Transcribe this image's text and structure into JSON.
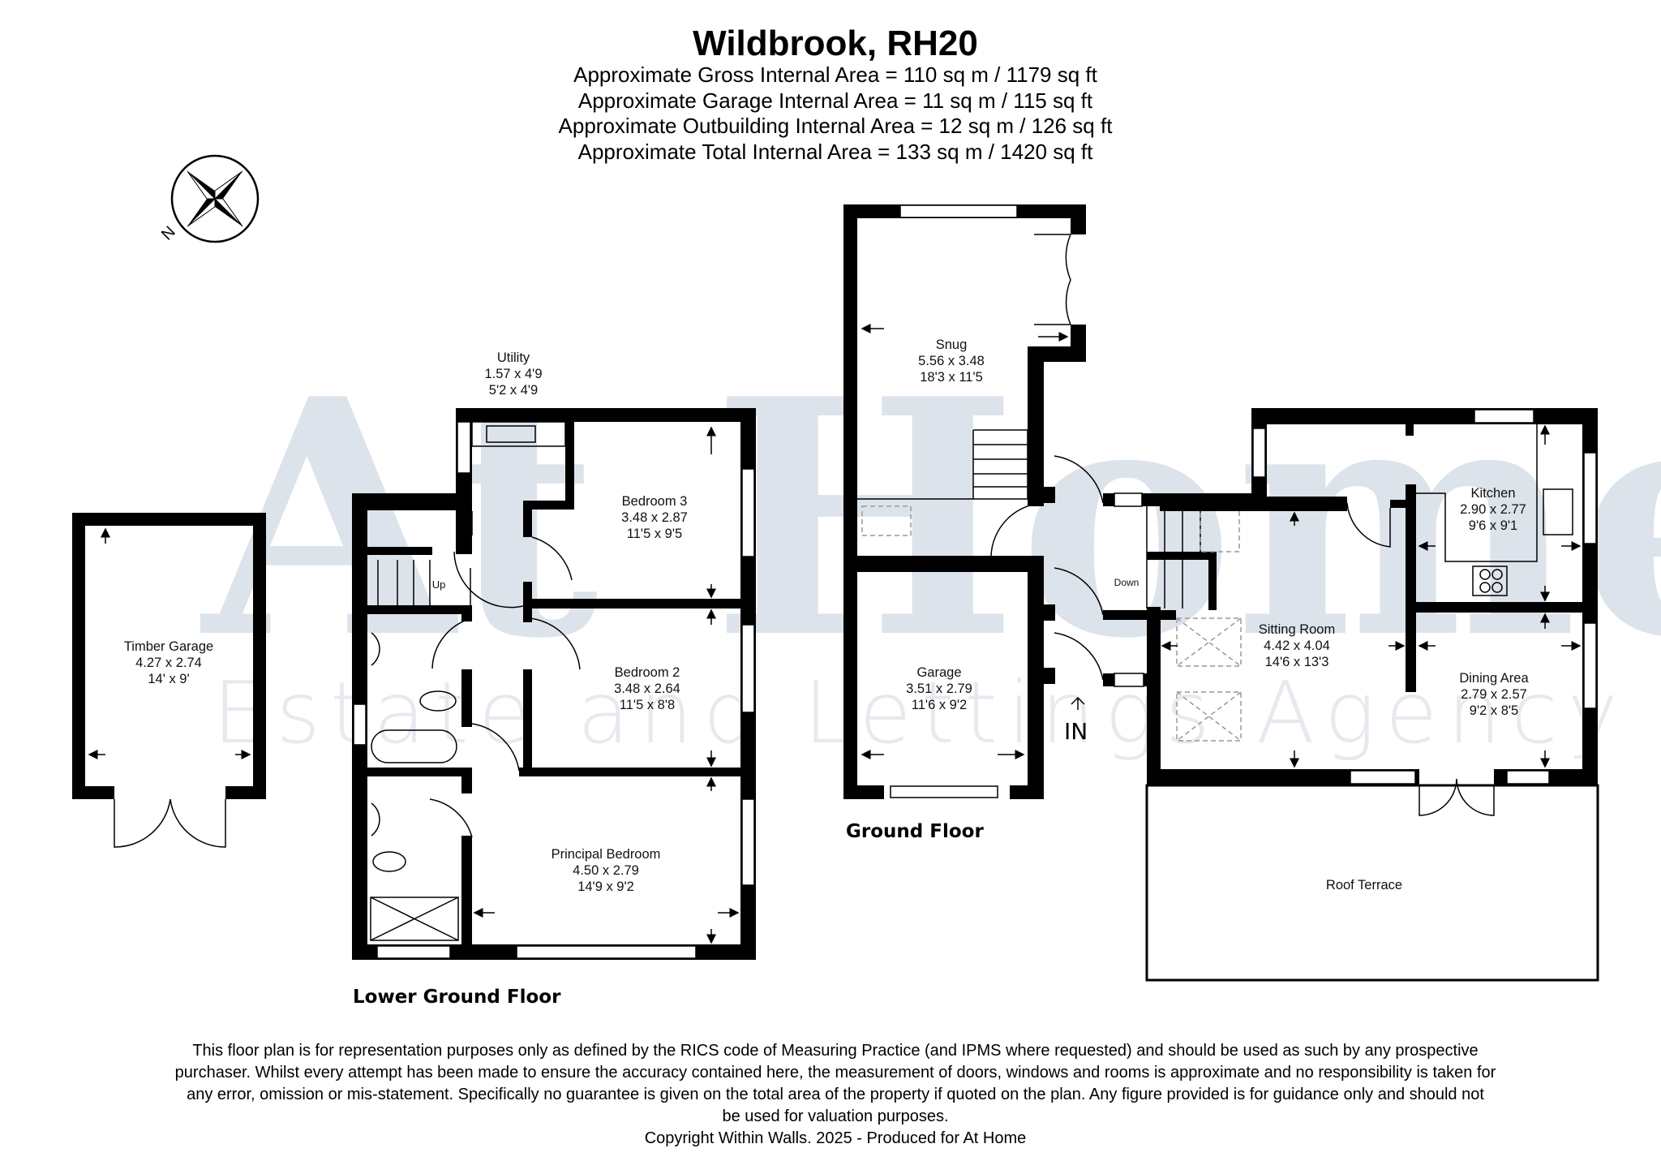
{
  "header": {
    "title": "Wildbrook, RH20",
    "areas": [
      "Approximate Gross Internal Area = 110 sq m / 1179 sq ft",
      "Approximate Garage Internal Area = 11 sq m / 115 sq ft",
      "Approximate Outbuilding Internal Area = 12 sq m / 126 sq ft",
      "Approximate Total Internal Area = 133 sq m / 1420 sq ft"
    ]
  },
  "compass": {
    "north_label": "N"
  },
  "watermark": {
    "logo": "At Home",
    "tagline": "Estate and Lettings Agency"
  },
  "floors": {
    "lower_ground": "Lower Ground Floor",
    "ground": "Ground Floor"
  },
  "rooms": {
    "timber_garage": {
      "name": "Timber Garage",
      "metric": "4.27 x 2.74",
      "imperial": "14' x 9'"
    },
    "utility": {
      "name": "Utility",
      "metric": "1.57 x 4'9",
      "imperial": "5'2 x 4'9"
    },
    "bedroom3": {
      "name": "Bedroom 3",
      "metric": "3.48 x 2.87",
      "imperial": "11'5 x 9'5"
    },
    "bedroom2": {
      "name": "Bedroom 2",
      "metric": "3.48 x 2.64",
      "imperial": "11'5 x 8'8"
    },
    "principal": {
      "name": "Principal Bedroom",
      "metric": "4.50 x 2.79",
      "imperial": "14'9 x 9'2"
    },
    "snug": {
      "name": "Snug",
      "metric": "5.56 x 3.48",
      "imperial": "18'3 x 11'5"
    },
    "garage": {
      "name": "Garage",
      "metric": "3.51 x 2.79",
      "imperial": "11'6 x 9'2"
    },
    "sitting": {
      "name": "Sitting Room",
      "metric": "4.42 x 4.04",
      "imperial": "14'6 x 13'3"
    },
    "kitchen": {
      "name": "Kitchen",
      "metric": "2.90 x 2.77",
      "imperial": "9'6 x 9'1"
    },
    "dining": {
      "name": "Dining Area",
      "metric": "2.79 x 2.57",
      "imperial": "9'2 x 8'5"
    },
    "roof_terrace": {
      "name": "Roof Terrace"
    }
  },
  "labels": {
    "up": "Up",
    "down": "Down",
    "entrance": "IN"
  },
  "footer": {
    "disclaimer": [
      "This floor plan is for representation purposes only as defined by the RICS code of Measuring Practice (and IPMS where requested) and should be used as such by any prospective",
      "purchaser. Whilst every attempt has been made to ensure the accuracy contained here, the measurement of doors, windows and rooms is approximate and no responsibility is taken for",
      "any error, omission or mis-statement. Specifically no guarantee is given on the total area of the property if quoted on the plan. Any figure provided is for guidance only and should not",
      "be used for valuation purposes."
    ],
    "copyright": "Copyright Within Walls. 2025 - Produced for At Home"
  }
}
